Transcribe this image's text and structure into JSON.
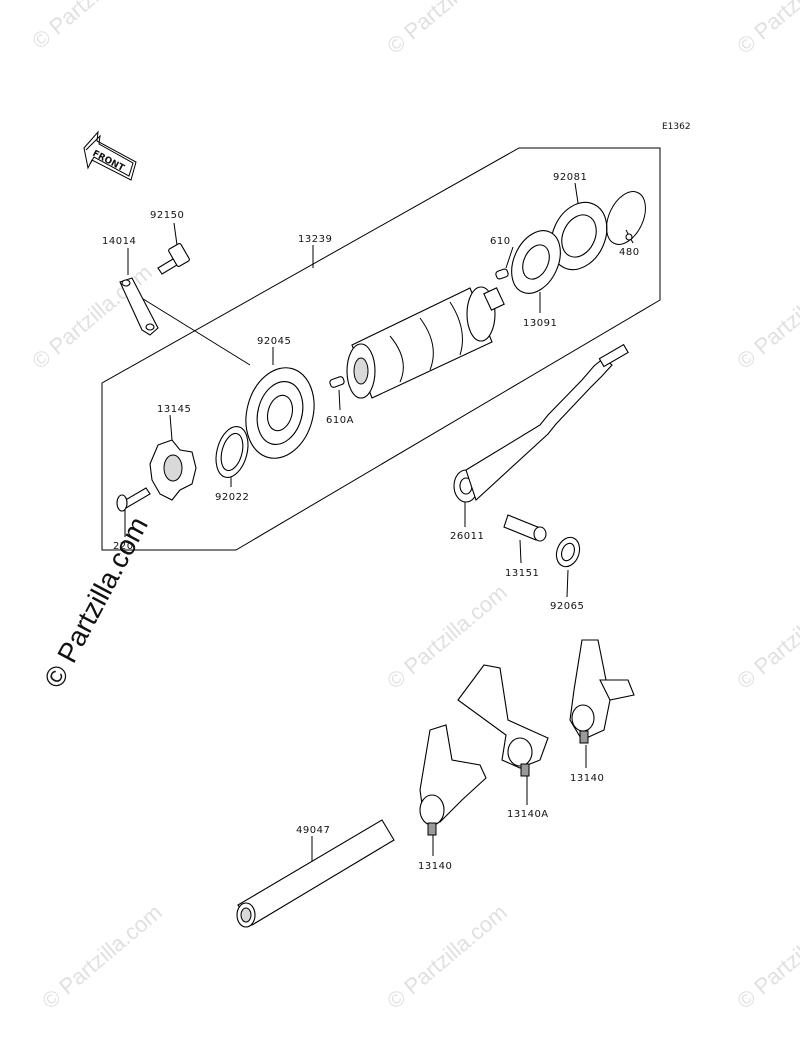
{
  "diagram": {
    "code": "E1362",
    "front_label": "FRONT",
    "watermark_text": "© Partzilla.com",
    "parts": [
      {
        "id": "p92150",
        "label": "92150"
      },
      {
        "id": "p14014",
        "label": "14014"
      },
      {
        "id": "p13239",
        "label": "13239"
      },
      {
        "id": "p92081",
        "label": "92081"
      },
      {
        "id": "p610",
        "label": "610"
      },
      {
        "id": "p480",
        "label": "480"
      },
      {
        "id": "p13091",
        "label": "13091"
      },
      {
        "id": "p92045",
        "label": "92045"
      },
      {
        "id": "p610A",
        "label": "610A"
      },
      {
        "id": "p13145",
        "label": "13145"
      },
      {
        "id": "p92022",
        "label": "92022"
      },
      {
        "id": "p220",
        "label": "220"
      },
      {
        "id": "p26011",
        "label": "26011"
      },
      {
        "id": "p13151",
        "label": "13151"
      },
      {
        "id": "p92065",
        "label": "92065"
      },
      {
        "id": "p13140a",
        "label": "13140"
      },
      {
        "id": "p13140A",
        "label": "13140A"
      },
      {
        "id": "p49047",
        "label": "49047"
      },
      {
        "id": "p13140b",
        "label": "13140"
      }
    ]
  }
}
